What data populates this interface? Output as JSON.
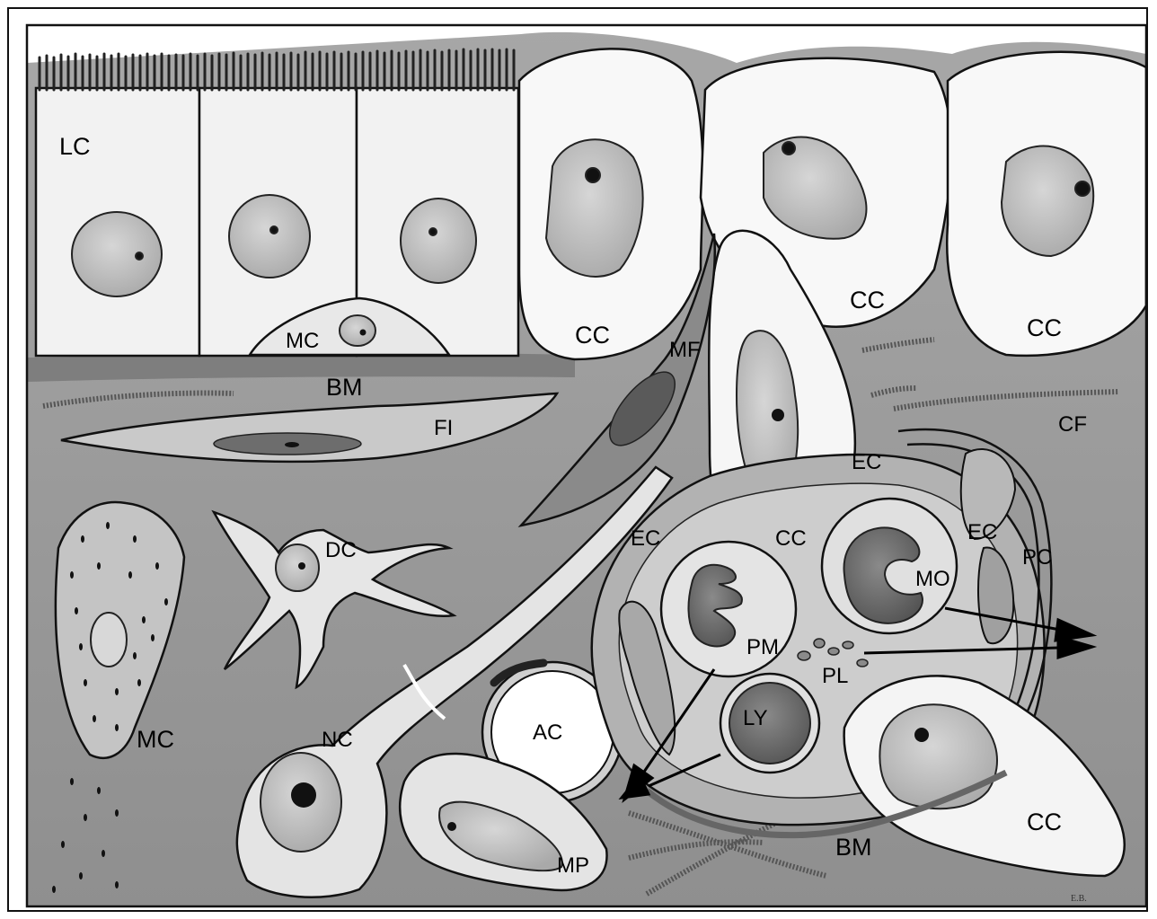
{
  "labels": {
    "LC": "LC",
    "MC_top": "MC",
    "CC_1": "CC",
    "CC_2": "CC",
    "CC_3": "CC",
    "CC_4": "CC",
    "CC_5": "CC",
    "MF": "MF",
    "BM_top": "BM",
    "FI": "FI",
    "CF": "CF",
    "EC_1": "EC",
    "EC_2": "EC",
    "EC_3": "EC",
    "PC": "PC",
    "DC": "DC",
    "MO": "MO",
    "PM": "PM",
    "PL": "PL",
    "LY": "LY",
    "AC": "AC",
    "MC_left": "MC",
    "NC": "NC",
    "MP": "MP",
    "BM_bottom": "BM"
  },
  "signature": "E.B.",
  "colors": {
    "tissue": "#9c9c9c",
    "tissue_dark": "#7d7d7d",
    "cell_light": "#efefef",
    "cell_white": "#ffffff",
    "nucleus": "#b9b9b9",
    "nucleus_dark": "#6a6a6a",
    "ink": "#111111"
  }
}
